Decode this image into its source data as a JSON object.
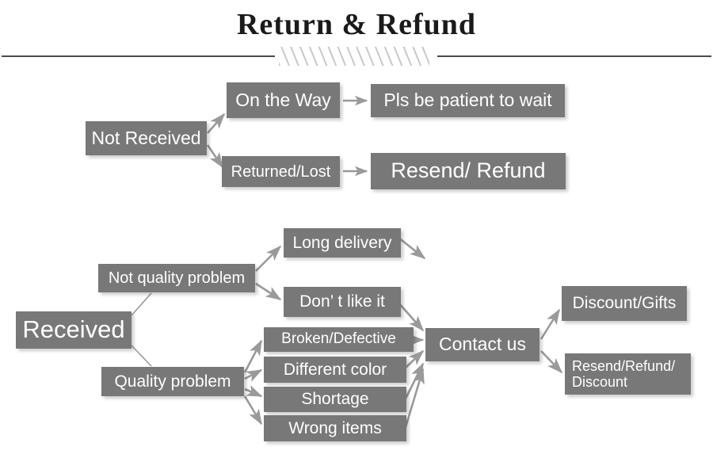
{
  "header": {
    "title": "Return & Refund",
    "divider_icon": "diagonal-hatch-divider"
  },
  "colors": {
    "node_fill": "#787878",
    "node_text": "#ffffff",
    "connector": "#9a9a9a",
    "divider": "#4a4a4a",
    "hatch": "#c9c9c9",
    "background": "#ffffff"
  },
  "flow": {
    "branch_not_received": {
      "root": "Not Received",
      "steps": [
        {
          "condition": "On the Way",
          "outcome": "Pls be patient to wait"
        },
        {
          "condition": "Returned/Lost",
          "outcome": "Resend/ Refund"
        }
      ]
    },
    "branch_received": {
      "root": "Received",
      "categories": [
        {
          "label": "Not quality problem",
          "reasons": [
            "Long delivery",
            "Don’ t like it"
          ]
        },
        {
          "label": "Quality problem",
          "reasons": [
            "Broken/Defective",
            "Different color",
            "Shortage",
            "Wrong items"
          ]
        }
      ],
      "action": "Contact us",
      "resolutions": [
        "Discount/Gifts",
        "Resend/Refund/\nDiscount"
      ]
    }
  }
}
